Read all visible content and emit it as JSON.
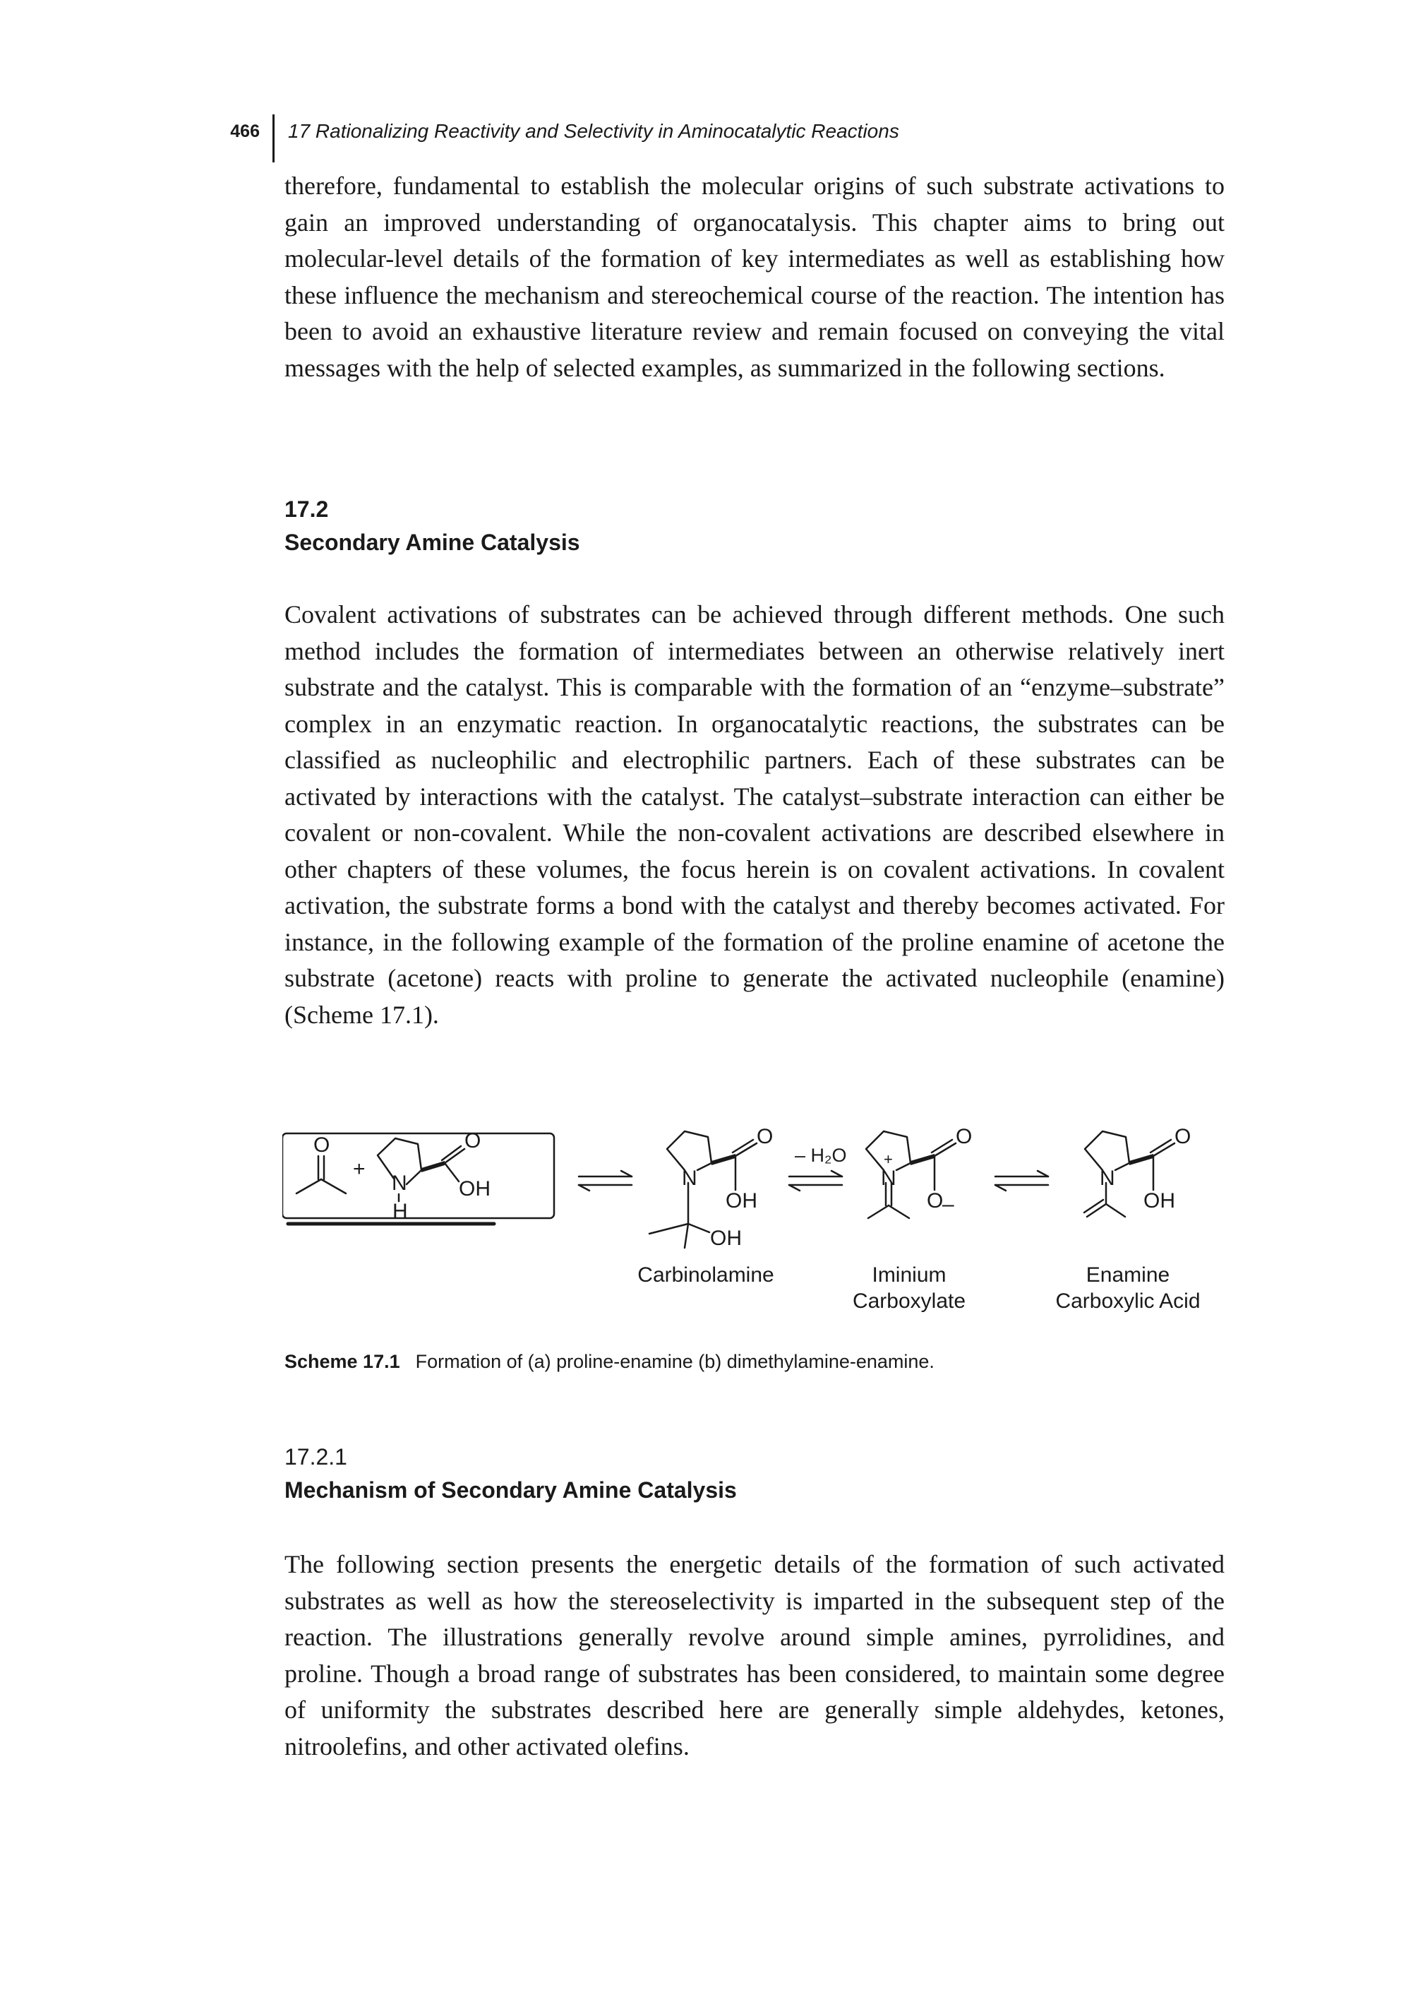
{
  "header": {
    "page_number": "466",
    "running_title": "17 Rationalizing Reactivity and Selectivity in Aminocatalytic Reactions"
  },
  "paragraph_1": "therefore, fundamental to establish the molecular origins of such substrate activations to gain an improved understanding of organocatalysis. This chapter aims to bring out molecular-level details of the formation of key intermediates as well as establishing how these influence the mechanism and stereochemical course of the reaction. The intention has been to avoid an exhaustive literature review and remain focused on conveying the vital messages with the help of selected examples, as summarized in the following sections.",
  "section": {
    "number": "17.2",
    "title": "Secondary Amine Catalysis"
  },
  "paragraph_2": "Covalent activations of substrates can be achieved through different methods. One such method includes the formation of intermediates between an otherwise relatively inert substrate and the catalyst. This is comparable with the formation of an “enzyme–substrate” complex in an enzymatic reaction. In organocatalytic reactions, the substrates can be classified as nucleophilic and electrophilic partners. Each of these substrates can be activated by interactions with the catalyst. The catalyst–substrate interaction can either be covalent or non-covalent. While the non-covalent activations are described elsewhere in other chapters of these volumes, the focus herein is on covalent activations. In covalent activation, the substrate forms a bond with the catalyst and thereby becomes activated. For instance, in the following example of the formation of the proline enamine of acetone the substrate (acetone) reacts with proline to generate the activated nucleophile (enamine) (Scheme 17.1).",
  "scheme": {
    "atoms": {
      "o": "O",
      "plus": "+",
      "n": "N",
      "h": "H",
      "oh": "OH",
      "nplus": "N",
      "ominus": "O",
      "minus_sign": "–",
      "charge_plus": "+",
      "water_loss": "– H₂O"
    },
    "captions": {
      "carbinolamine": "Carbinolamine",
      "iminium_line1": "Iminium",
      "iminium_line2": "Carboxylate",
      "enamine_line1": "Enamine",
      "enamine_line2": "Carboxylic Acid"
    },
    "caption": {
      "label": "Scheme 17.1",
      "text": "Formation of (a) proline-enamine (b) dimethylamine-enamine."
    }
  },
  "subsection": {
    "number": "17.2.1",
    "title": "Mechanism of Secondary Amine Catalysis"
  },
  "paragraph_3": "The following section presents the energetic details of the formation of such activated substrates as well as how the stereoselectivity is imparted in the subsequent step of the reaction. The illustrations generally revolve around simple amines, pyrrolidines, and proline. Though a broad range of substrates has been considered, to maintain some degree of uniformity the substrates described here are generally simple aldehydes, ketones, nitroolefins, and other activated olefins."
}
